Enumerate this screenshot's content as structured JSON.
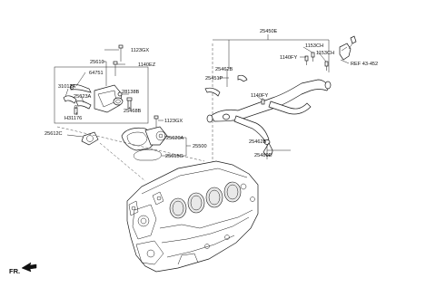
{
  "labels": {
    "l_1123GX_top": "1123GX",
    "l_25610": "25610",
    "l_1140EZ": "1140EZ",
    "l_64751": "64751",
    "l_31012A": "31012A",
    "l_25623A": "25623A",
    "l_28138B": "28138B",
    "l_25468B": "25468B",
    "l_H31176": "H31176",
    "l_25612C": "25612C",
    "l_1123GX_mid": "1123GX",
    "l_25620A": "25620A",
    "l_25500": "25500",
    "l_25615G": "25615G",
    "l_25450E": "25450E",
    "l_25462B_top": "25462B",
    "l_25451P": "25451P",
    "l_1140FY_mid": "1140FY",
    "l_25462B_bot": "25462B",
    "l_25480D": "25480D",
    "l_1153CH_a": "1153CH",
    "l_1140FY_top": "1140FY",
    "l_1153CH_b": "1153CH",
    "l_REF": "REF 43-452",
    "l_FR": "FR."
  }
}
